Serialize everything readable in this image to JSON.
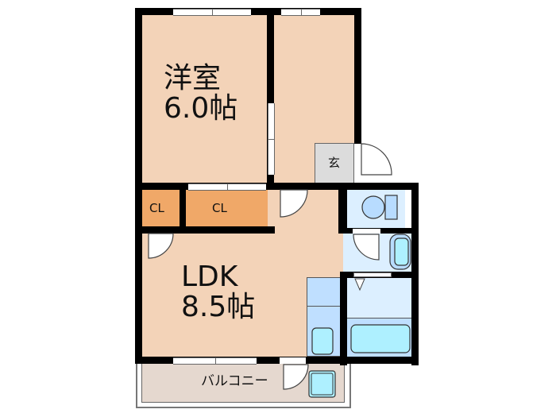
{
  "floorplan": {
    "rooms": {
      "western_room": {
        "name": "洋室",
        "size": "6.0帖"
      },
      "ldk": {
        "name": "LDK",
        "size": "8.5帖"
      },
      "closet_1": {
        "name": "CL"
      },
      "closet_2": {
        "name": "CL"
      },
      "entrance": {
        "name": "玄"
      },
      "balcony": {
        "name": "バルコニー"
      }
    },
    "colors": {
      "room_fill": "#f3d3b8",
      "closet_fill": "#f0a868",
      "entrance_fill": "#dcdcdc",
      "wet_area_fill": "#dcefff",
      "fixture_fill": "#b8dcff",
      "fixture_cyan": "#aef0ff",
      "balcony_fill": "#e5d8cf",
      "wall": "#000000"
    }
  }
}
